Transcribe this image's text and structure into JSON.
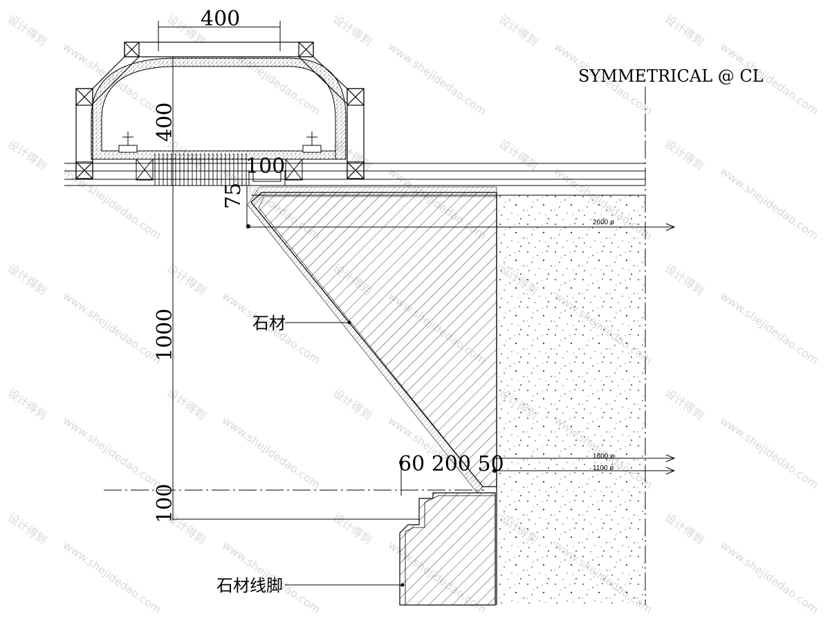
{
  "header": {
    "symmetry_note": "SYMMETRICAL @ CL"
  },
  "dimensions": {
    "top_width": "400",
    "top_height": "400",
    "lip_width": "100",
    "lip_height": "75",
    "main_height": "1000",
    "base_height": "100",
    "base_widths": "60 200 50"
  },
  "diameters": {
    "upper": "2600 ø",
    "mid": "1600 ø",
    "lower": "1100 ø"
  },
  "labels": {
    "stone": "石材",
    "stone_skirting": "石材线脚"
  },
  "watermark": {
    "cn": "设计得到",
    "url": "www.shejidedao.com",
    "color": "#d8d8d8"
  }
}
